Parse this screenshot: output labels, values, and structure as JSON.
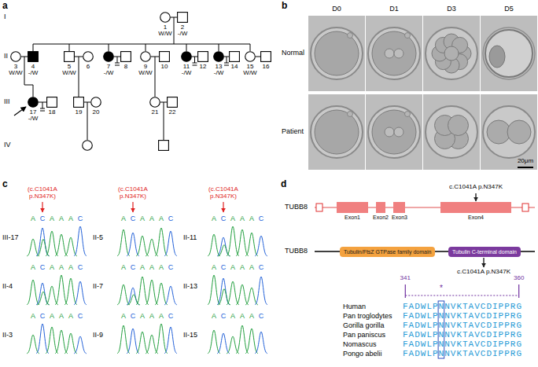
{
  "diagram": {
    "nodes": [
      {
        "text": [
          "1",
          "W/W"
        ]
      },
      {
        "text": [
          "2",
          "-/W"
        ]
      },
      {
        "text": [
          "3",
          "W/W"
        ]
      },
      {
        "text": [
          "4",
          "-/W"
        ]
      },
      {
        "text": [
          "5",
          "W/W"
        ]
      },
      {
        "text": [
          "6"
        ]
      },
      {
        "text": [
          "7",
          "-/W"
        ]
      },
      {
        "text": [
          "8"
        ]
      },
      {
        "text": [
          "9",
          "W/W"
        ]
      },
      {
        "text": [
          "10"
        ]
      },
      {
        "text": [
          "11",
          "-/W"
        ]
      },
      {
        "text": [
          "12"
        ]
      },
      {
        "text": [
          "13",
          "-/W"
        ]
      },
      {
        "text": [
          "14"
        ]
      },
      {
        "text": [
          "15",
          "W/W"
        ]
      },
      {
        "text": [
          "16"
        ]
      },
      {
        "text": [
          "17",
          "-/W"
        ]
      },
      {
        "text": [
          "18"
        ]
      },
      {
        "text": [
          "19"
        ]
      },
      {
        "text": [
          "20"
        ]
      },
      {
        "text": [
          "21"
        ]
      },
      {
        "text": [
          "22"
        ]
      },
      {
        "text": [
          "Tubulin/FtsZ GTPase family domain"
        ]
      },
      {
        "text": [
          "Tubulin C-terminal domain"
        ]
      }
    ],
    "edges": [
      {
        "from": 0,
        "to": 1,
        "arrow": "none"
      },
      {
        "from": 2,
        "to": 3,
        "arrow": "none"
      },
      {
        "from": 4,
        "to": 5,
        "arrow": "none"
      },
      {
        "from": 6,
        "to": 7,
        "arrow": "none"
      },
      {
        "from": 8,
        "to": 9,
        "arrow": "none"
      },
      {
        "from": 10,
        "to": 11,
        "arrow": "none"
      },
      {
        "from": 12,
        "to": 13,
        "arrow": "none"
      },
      {
        "from": 14,
        "to": 15,
        "arrow": "none"
      },
      {
        "from": 16,
        "to": 17,
        "arrow": "none"
      },
      {
        "from": 18,
        "to": 19,
        "arrow": "none"
      },
      {
        "from": 20,
        "to": 21,
        "arrow": "none"
      }
    ],
    "labels": [
      "a",
      "I",
      "II",
      "III",
      "IV",
      "b",
      "D0",
      "D1",
      "D3",
      "D5",
      "Normal",
      "Patient",
      "20μm",
      "c",
      "(c.C1041A p.N347K)",
      "(c.C1041A p.N347K)",
      "(c.C1041A p.N347K)",
      "III-17",
      "ACAAAC",
      "II-4",
      "ACAAAC",
      "II-3",
      "ACAAAC",
      "II-5",
      "ACAAAC",
      "II-7",
      "ACAAAC",
      "II-9",
      "ACAAAC",
      "II-11",
      "ACAAAC",
      "II-13",
      "ACAAAC",
      "II-15",
      "ACAAAC",
      "d",
      "TUBB8",
      "Exon1",
      "Exon2",
      "Exon3",
      "Exon4",
      "c.C1041A p.N347K",
      "TUBB8",
      "c.C1041A p.N347K",
      "341",
      "360",
      "*",
      "Human",
      "FADWLPNNVKTAVCDIPPRG",
      "Pan troglodytes",
      "FADWLPNNVKTAVCDIPPRG",
      "Gorilla gorilla",
      "FADWLPNNVKTAVCDIPPRG",
      "Pan paniscus",
      "FADWLPNNVKTAVCDIPPRG",
      "Nomascus",
      "FADWLPNNVKTAVCDIPPRG",
      "Pongo abelii",
      "FADWLPNNVKTAVCDIPPRG"
    ]
  }
}
